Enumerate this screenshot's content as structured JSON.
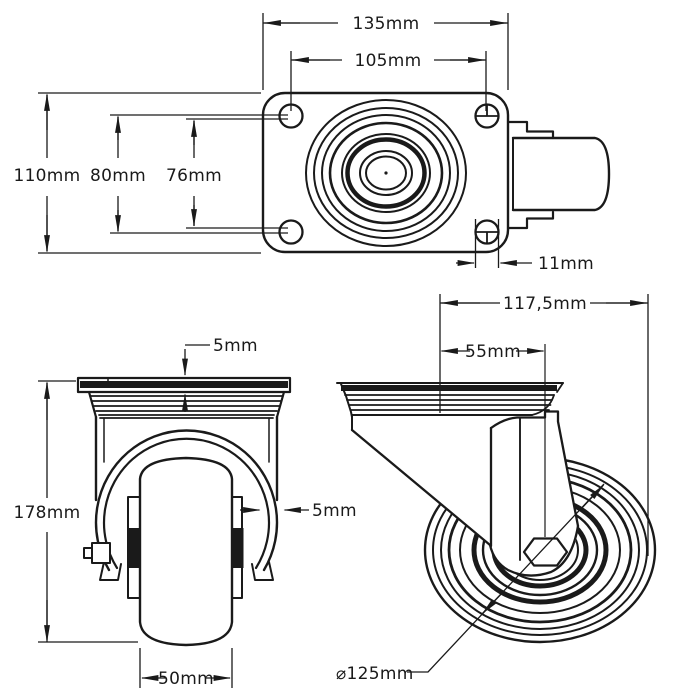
{
  "page": {
    "title": "Swivel caster technical dimension drawing",
    "background": "#ffffff",
    "line_color": "#1a1a1a"
  },
  "labels": {
    "top_view": {
      "overall_width": "135mm",
      "hole_spacing_width": "105mm",
      "plate_length": "110mm",
      "hole_spacing_length": "80mm",
      "hole_spacing_length_alt": "76mm",
      "hole_diameter": "11mm"
    },
    "front_view": {
      "plate_thickness": "5mm",
      "overall_height": "178mm",
      "fork_thickness": "5mm",
      "wheel_width": "50mm"
    },
    "side_view": {
      "overall_length": "117,5mm",
      "swivel_offset": "55mm",
      "wheel_diameter": "⌀125mm"
    }
  }
}
